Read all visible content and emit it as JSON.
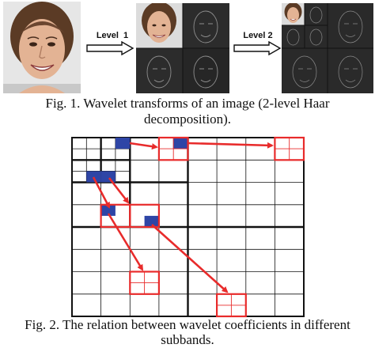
{
  "figure1": {
    "arrow1_label": "Level  1",
    "arrow2_label": "Level 2",
    "caption_line1": "Fig. 1. Wavelet transforms of an image (2-level Haar",
    "caption_line2": "decomposition)."
  },
  "figure2": {
    "caption_line1": "Fig. 2. The relation between wavelet coefficients in different",
    "caption_line2": "subbands."
  },
  "colors": {
    "highlight_box": "#e82b2b",
    "coefficient_fill": "#2e45a6",
    "arrow": "#e82b2b",
    "grid_line": "#111111"
  }
}
